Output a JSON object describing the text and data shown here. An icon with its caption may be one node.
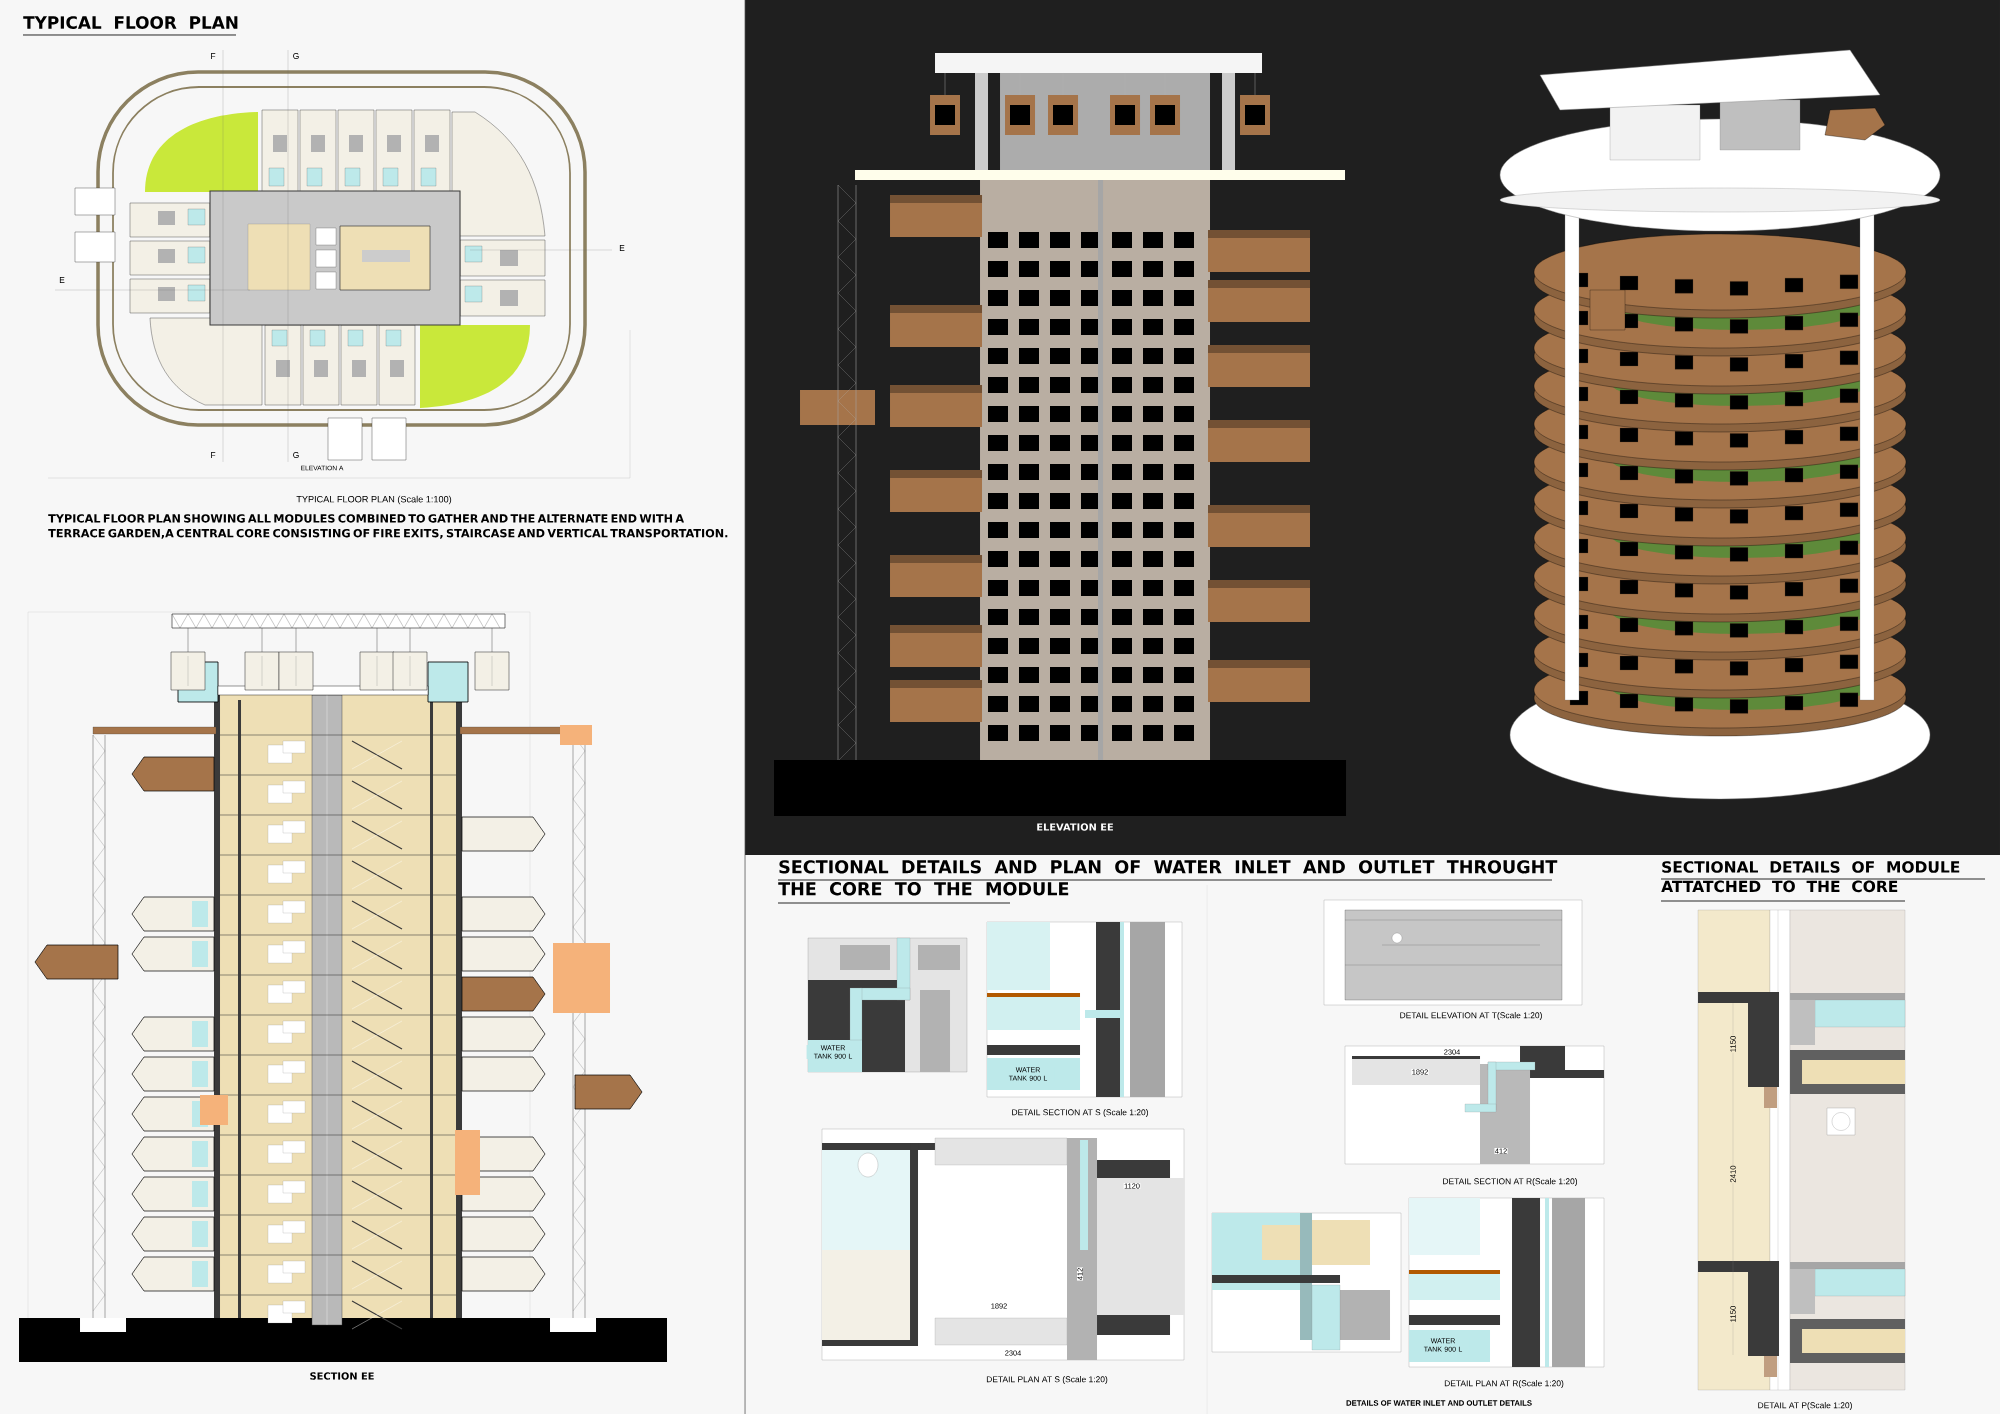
{
  "diagram": {
    "labels": [
      "TYPICAL FLOOR PLAN",
      "F",
      "G",
      "E",
      "E",
      "F",
      "G",
      "ELEVATION A",
      "TYPICAL FLOOR PLAN (Scale 1:100)",
      "TYPICAL FLOOR PLAN SHOWING ALL MODULES COMBINED TO GATHER AND THE ALTERNATE END WITH A TERRACE GARDEN,A CENTRAL CORE CONSISTING OF FIRE EXITS, STAIRCASE AND VERTICAL TRANSPORTATION.",
      "SECTION EE",
      "ELEVATION EE",
      "SECTIONAL DETAILS AND PLAN OF WATER INLET AND OUTLET THROUGHT THE CORE TO THE MODULE",
      "WATER TANK 900 L",
      "WATER TANK 900 L",
      "DETAIL SECTION AT S (Scale 1:20)",
      "1120",
      "412",
      "1892",
      "2304",
      "DETAIL PLAN AT S (Scale 1:20)",
      "DETAIL ELEVATION AT T(Scale 1:20)",
      "2304",
      "1892",
      "412",
      "DETAIL SECTION AT R(Scale 1:20)",
      "WATER TANK 900 L",
      "DETAIL PLAN AT R(Scale 1:20)",
      "DETAILS OF WATER INLET AND OUTLET DETAILS",
      "SECTIONAL DETAILS OF MODULE ATTATCHED TO THE CORE",
      "1150",
      "2410",
      "1150",
      "DETAIL AT P(Scale 1:20)"
    ]
  }
}
